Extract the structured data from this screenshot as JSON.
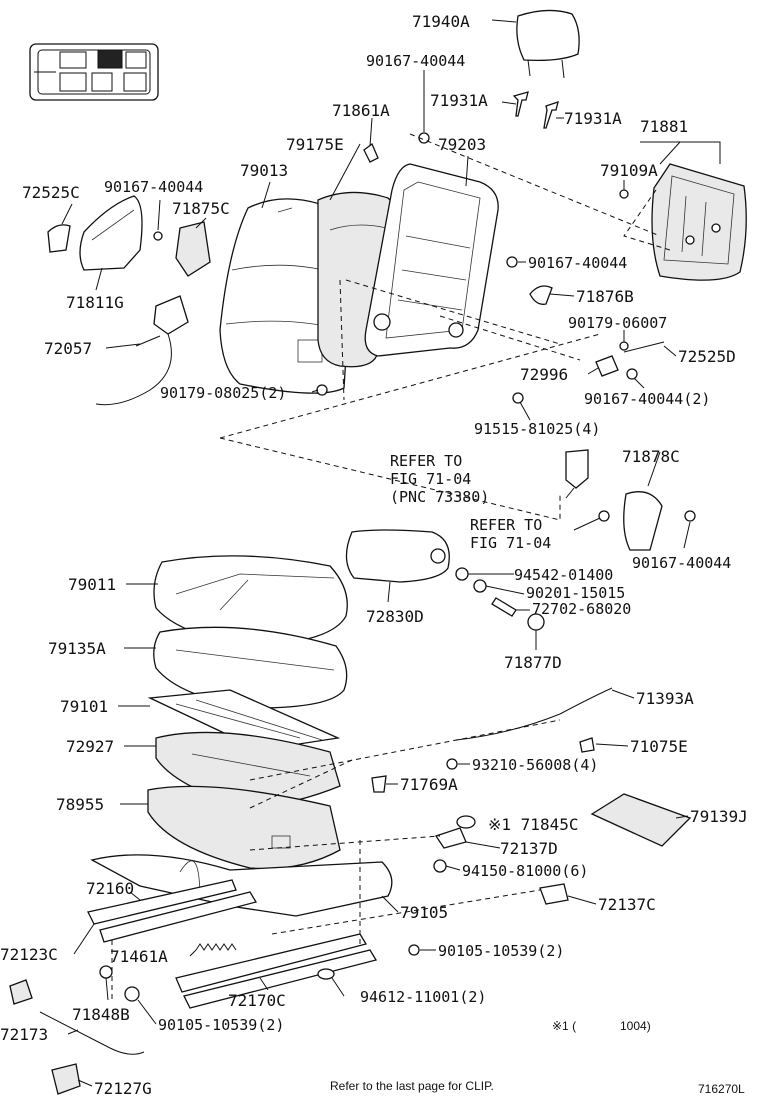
{
  "diagram": {
    "parts": [
      {
        "id": "p1",
        "text": "71940A"
      },
      {
        "id": "p2",
        "text": "90167-40044"
      },
      {
        "id": "p3",
        "text": "71931A"
      },
      {
        "id": "p4",
        "text": "71931A"
      },
      {
        "id": "p5",
        "text": "71861A"
      },
      {
        "id": "p6",
        "text": "71881"
      },
      {
        "id": "p7",
        "text": "79175E"
      },
      {
        "id": "p8",
        "text": "79203"
      },
      {
        "id": "p9",
        "text": "79013"
      },
      {
        "id": "p10",
        "text": "79109A"
      },
      {
        "id": "p11",
        "text": "72525C"
      },
      {
        "id": "p12",
        "text": "90167-40044"
      },
      {
        "id": "p13",
        "text": "71875C"
      },
      {
        "id": "p14",
        "text": "90167-40044"
      },
      {
        "id": "p15",
        "text": "71811G"
      },
      {
        "id": "p16",
        "text": "71876B"
      },
      {
        "id": "p17",
        "text": "90179-06007"
      },
      {
        "id": "p18",
        "text": "72057"
      },
      {
        "id": "p19",
        "text": "72525D"
      },
      {
        "id": "p20",
        "text": "72996"
      },
      {
        "id": "p21",
        "text": "90179-08025(2)"
      },
      {
        "id": "p22",
        "text": "90167-40044(2)"
      },
      {
        "id": "p23",
        "text": "91515-81025(4)"
      },
      {
        "id": "p24",
        "text": "REFER TO"
      },
      {
        "id": "p25",
        "text": "71878C"
      },
      {
        "id": "p26",
        "text": "FIG 71-04"
      },
      {
        "id": "p27",
        "text": "(PNC 73380)"
      },
      {
        "id": "p28",
        "text": "REFER TO"
      },
      {
        "id": "p29",
        "text": "FIG 71-04"
      },
      {
        "id": "p30",
        "text": "90167-40044"
      },
      {
        "id": "p31",
        "text": "79011"
      },
      {
        "id": "p32",
        "text": "94542-01400"
      },
      {
        "id": "p33",
        "text": "90201-15015"
      },
      {
        "id": "p34",
        "text": "72830D"
      },
      {
        "id": "p35",
        "text": "72702-68020"
      },
      {
        "id": "p36",
        "text": "79135A"
      },
      {
        "id": "p37",
        "text": "71877D"
      },
      {
        "id": "p38",
        "text": "79101"
      },
      {
        "id": "p39",
        "text": "71393A"
      },
      {
        "id": "p40",
        "text": "72927"
      },
      {
        "id": "p41",
        "text": "71075E"
      },
      {
        "id": "p42",
        "text": "93210-56008(4)"
      },
      {
        "id": "p43",
        "text": "71769A"
      },
      {
        "id": "p44",
        "text": "78955"
      },
      {
        "id": "p45",
        "text": "79139J"
      },
      {
        "id": "p46",
        "text": "※1 71845C"
      },
      {
        "id": "p47",
        "text": "72137D"
      },
      {
        "id": "p48",
        "text": "94150-81000(6)"
      },
      {
        "id": "p49",
        "text": "72160"
      },
      {
        "id": "p50",
        "text": "79105"
      },
      {
        "id": "p51",
        "text": "72137C"
      },
      {
        "id": "p52",
        "text": "72123C"
      },
      {
        "id": "p53",
        "text": "71461A"
      },
      {
        "id": "p54",
        "text": "90105-10539(2)"
      },
      {
        "id": "p55",
        "text": "72170C"
      },
      {
        "id": "p56",
        "text": "94612-11001(2)"
      },
      {
        "id": "p57",
        "text": "71848B"
      },
      {
        "id": "p58",
        "text": "90105-10539(2)"
      },
      {
        "id": "p59",
        "text": "72173"
      },
      {
        "id": "p60",
        "text": "72127G"
      }
    ],
    "footnote": {
      "mark": "※1 (",
      "value": "1004)"
    },
    "clip_note": "Refer to the last page for CLIP.",
    "figure_code": "716270L"
  }
}
